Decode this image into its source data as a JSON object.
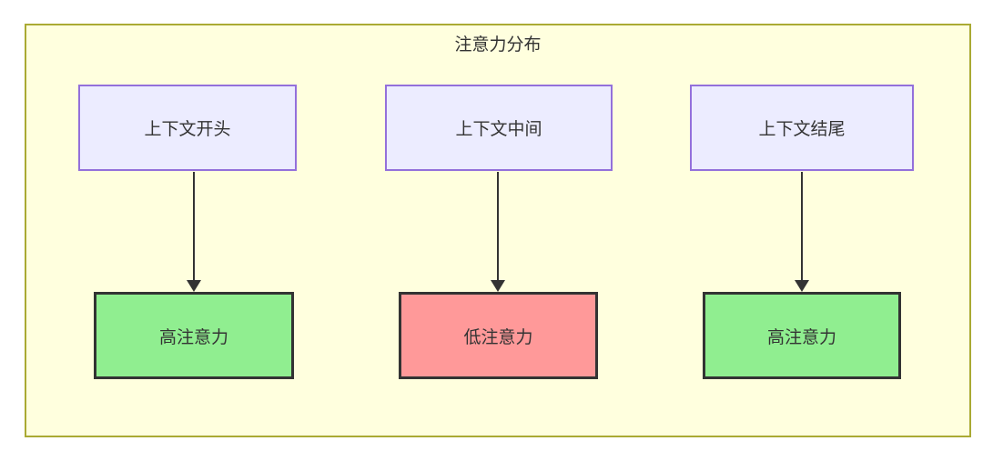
{
  "diagram": {
    "type": "flowchart",
    "title": "注意力分布",
    "columns": [
      {
        "source": {
          "label": "上下文开头"
        },
        "target": {
          "label": "高注意力",
          "level": "high"
        }
      },
      {
        "source": {
          "label": "上下文中间"
        },
        "target": {
          "label": "低注意力",
          "level": "low"
        }
      },
      {
        "source": {
          "label": "上下文结尾"
        },
        "target": {
          "label": "高注意力",
          "level": "high"
        }
      }
    ],
    "colors": {
      "canvas_bg": "#ffffff",
      "cluster_bg": "#ffffde",
      "cluster_border": "#aaaa33",
      "source_bg": "#ececff",
      "source_border": "#9370db",
      "target_high_bg": "#90ee90",
      "target_low_bg": "#ff9999",
      "target_border": "#333333",
      "arrow": "#333333",
      "text": "#333333"
    }
  }
}
